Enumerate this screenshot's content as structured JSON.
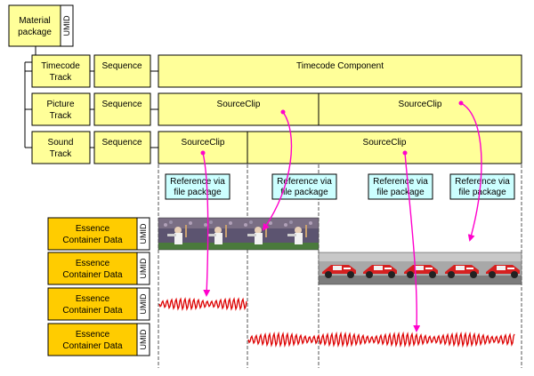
{
  "material_package": {
    "label_line1": "Material",
    "label_line2": "package",
    "umid": "UMID"
  },
  "tracks": {
    "timecode": {
      "label_line1": "Timecode",
      "label_line2": "Track",
      "sequence": "Sequence",
      "component": "Timecode Component"
    },
    "picture": {
      "label_line1": "Picture",
      "label_line2": "Track",
      "sequence": "Sequence",
      "clip_a": "SourceClip",
      "clip_b": "SourceClip"
    },
    "sound": {
      "label_line1": "Sound",
      "label_line2": "Track",
      "sequence": "Sequence",
      "clip_a": "SourceClip",
      "clip_b": "SourceClip"
    }
  },
  "references": [
    {
      "line1": "Reference via",
      "line2": "file package"
    },
    {
      "line1": "Reference via",
      "line2": "file package"
    },
    {
      "line1": "Reference via",
      "line2": "file package"
    },
    {
      "line1": "Reference via",
      "line2": "file package"
    }
  ],
  "essence": [
    {
      "line1": "Essence",
      "line2": "Container Data",
      "umid": "UMID",
      "content": "video-baseball"
    },
    {
      "line1": "Essence",
      "line2": "Container Data",
      "umid": "UMID",
      "content": "video-racecar"
    },
    {
      "line1": "Essence",
      "line2": "Container Data",
      "umid": "UMID",
      "content": "audio-waveform"
    },
    {
      "line1": "Essence",
      "line2": "Container Data",
      "umid": "UMID",
      "content": "audio-waveform"
    }
  ],
  "colors": {
    "pale_yellow": "#ffff99",
    "gold": "#ffcc00",
    "cyan_box": "#ccffff",
    "magenta_arrow": "#ff00cc",
    "waveform_red": "#dd0000"
  }
}
